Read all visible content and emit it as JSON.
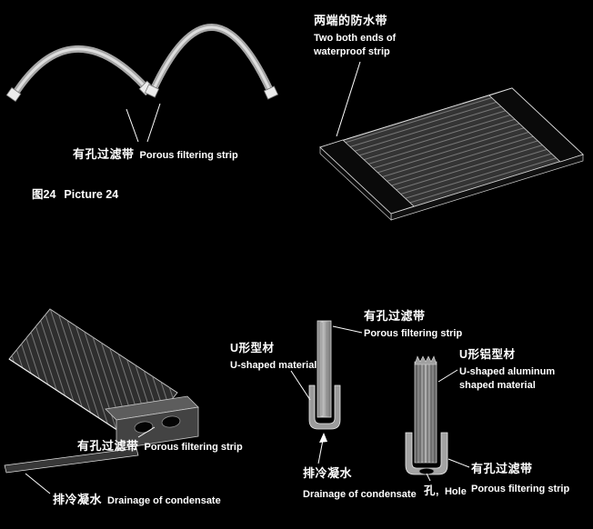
{
  "page": {
    "background": "#000000",
    "text_color": "#ffffff"
  },
  "top_left": {
    "porous_zh": "有孔过滤带",
    "porous_en": "Porous filtering strip",
    "caption_zh": "图24",
    "caption_en": "Picture 24"
  },
  "top_right": {
    "waterproof_zh": "两端的防水带",
    "waterproof_en1": "Two both ends of",
    "waterproof_en2": "waterproof strip"
  },
  "bottom_left": {
    "porous_zh": "有孔过滤带",
    "porous_en": "Porous filtering strip",
    "drain_zh": "排冷凝水",
    "drain_en": "Drainage of condensate"
  },
  "bottom_middle": {
    "u_zh": "U形型材",
    "u_en": "U-shaped material",
    "porous_zh": "有孔过滤带",
    "porous_en": "Porous filtering strip",
    "drain_zh": "排冷凝水",
    "drain_en": "Drainage of condensate"
  },
  "bottom_right": {
    "u_zh": "U形铝型材",
    "u_en1": "U-shaped aluminum",
    "u_en2": "shaped material",
    "hole_zh": "孔,",
    "hole_en": "Hole",
    "porous_zh": "有孔过滤带",
    "porous_en": "Porous filtering strip"
  }
}
